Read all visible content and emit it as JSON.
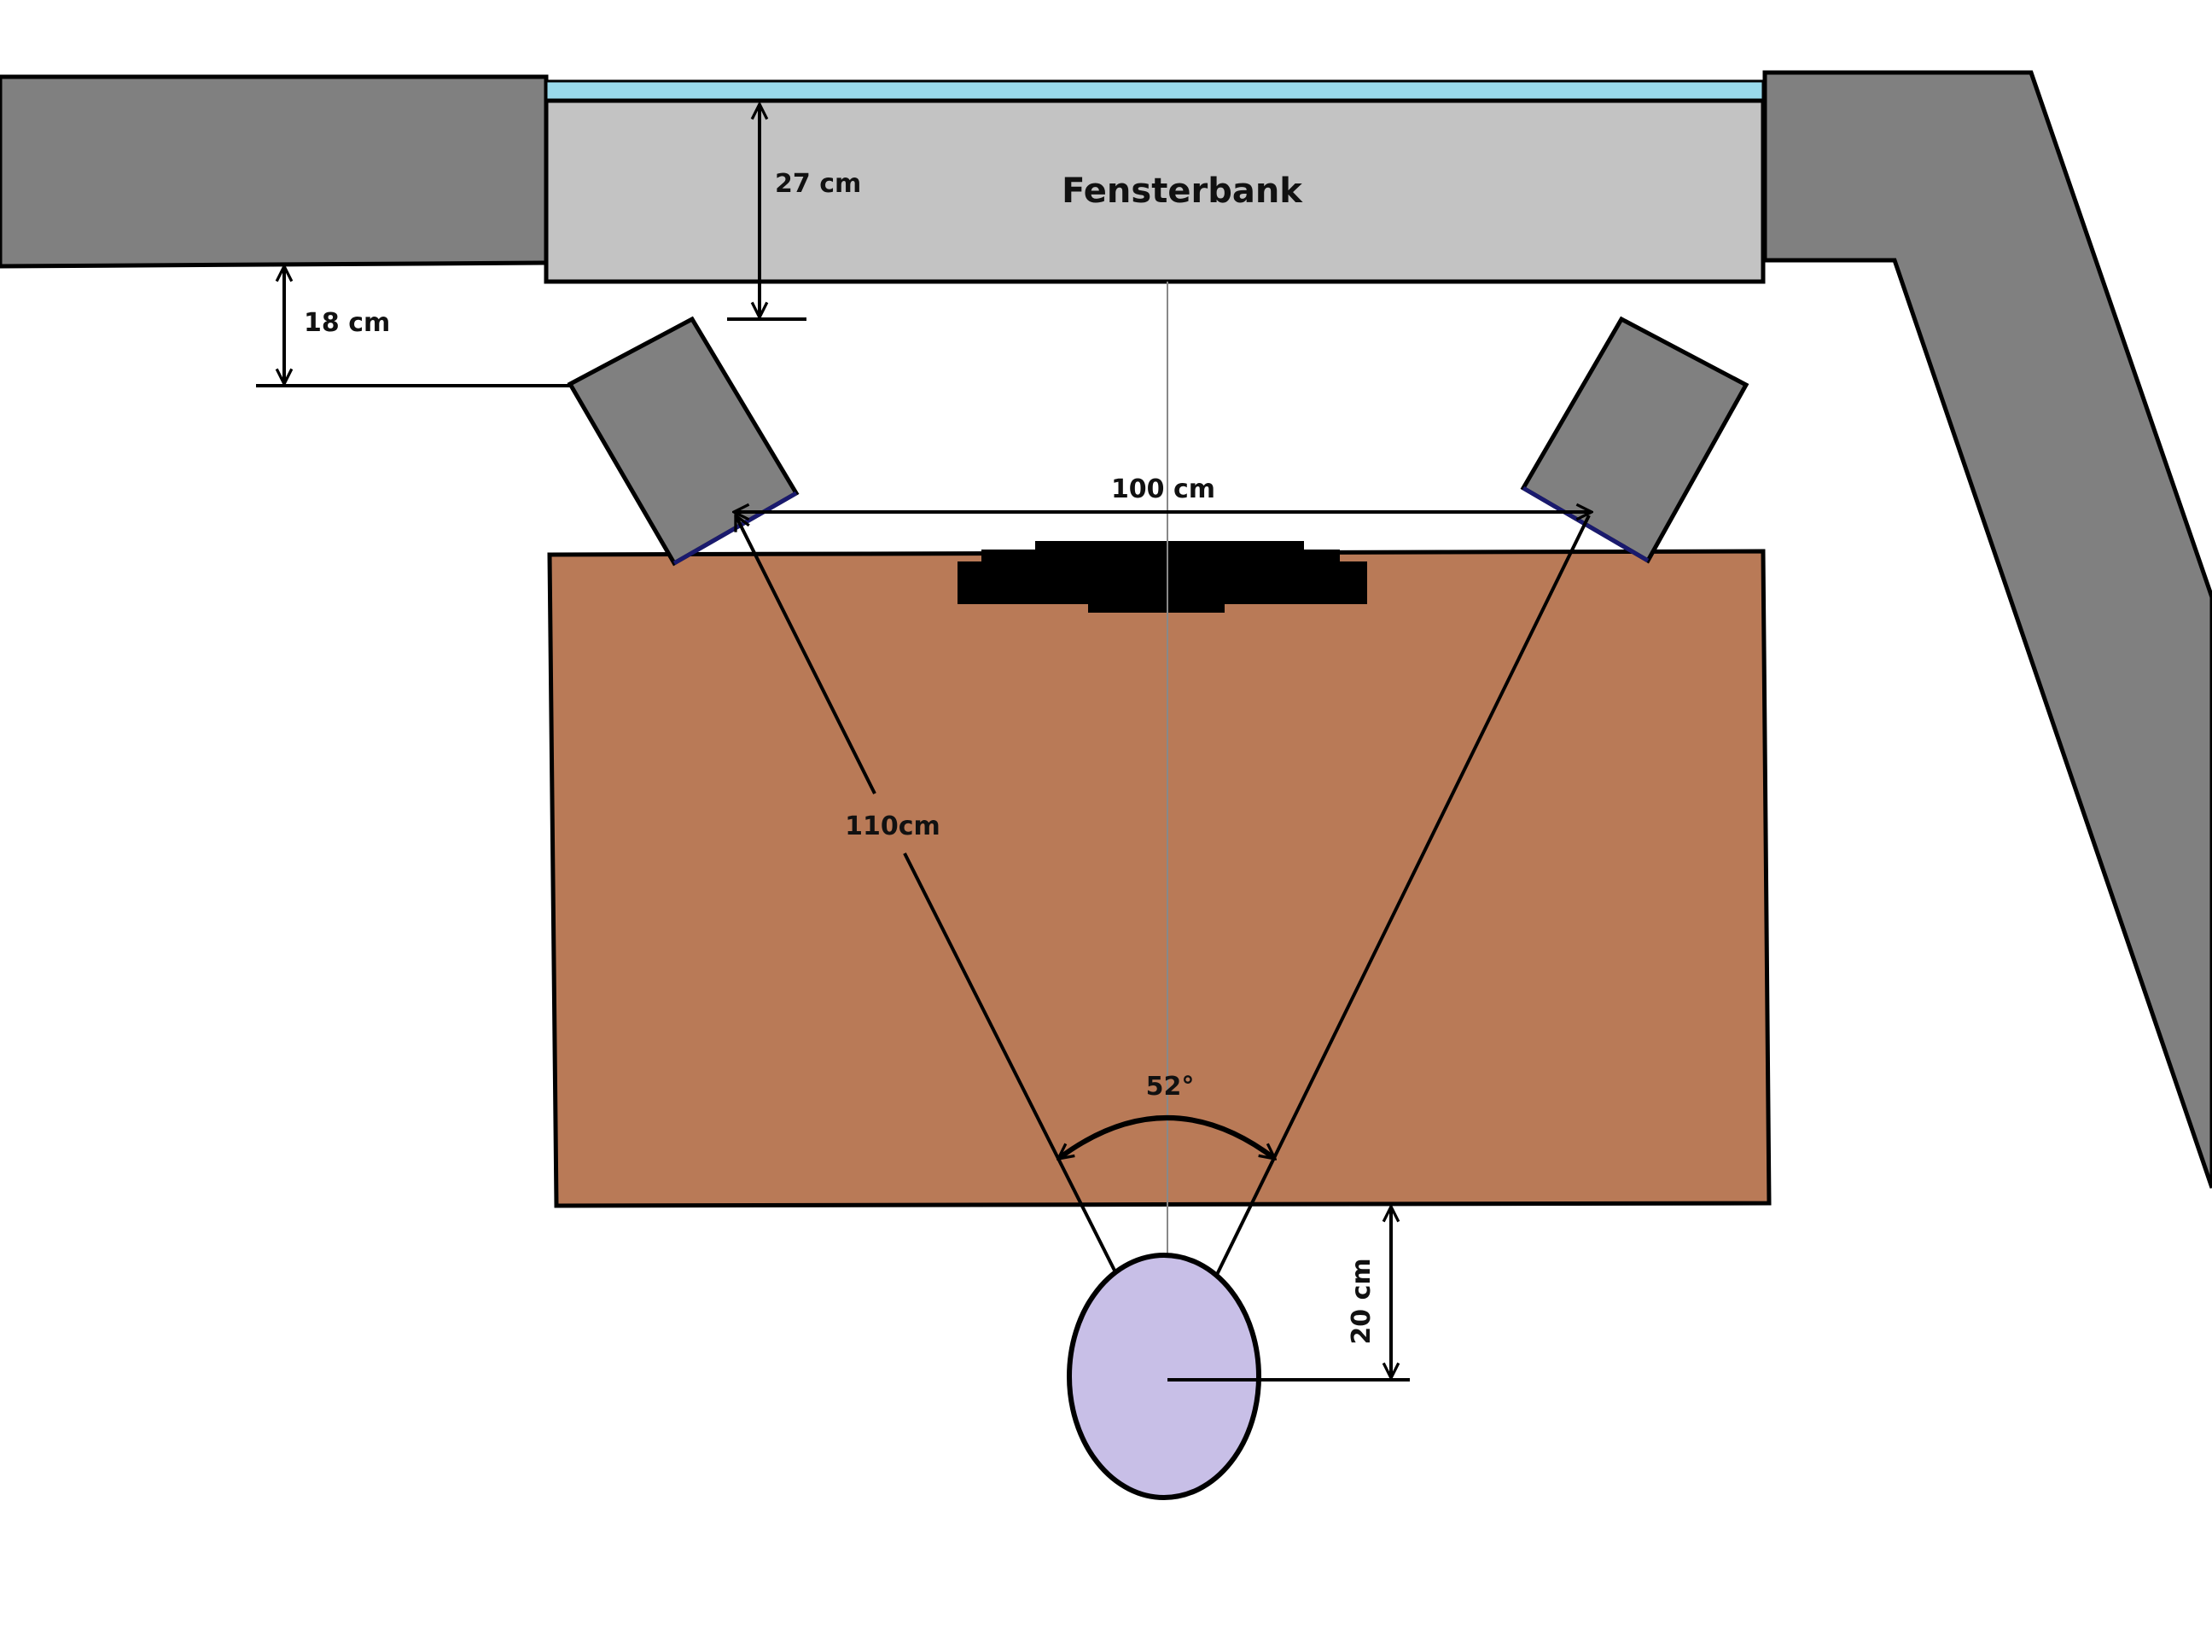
{
  "labels": {
    "windowsill": "Fensterbank",
    "sill_depth": "27 cm",
    "wall_offset": "18 cm",
    "speaker_spacing": "100 cm",
    "listening_distance": "110cm",
    "angle": "52°",
    "head_offset": "20 cm"
  },
  "colors": {
    "wall": "#808080",
    "sill": "#c3c3c3",
    "glass": "#99d9ea",
    "desk": "#b97a57",
    "speaker": "#808080",
    "monitor": "#000000",
    "head": "#c8bfe7",
    "line": "#000000"
  }
}
